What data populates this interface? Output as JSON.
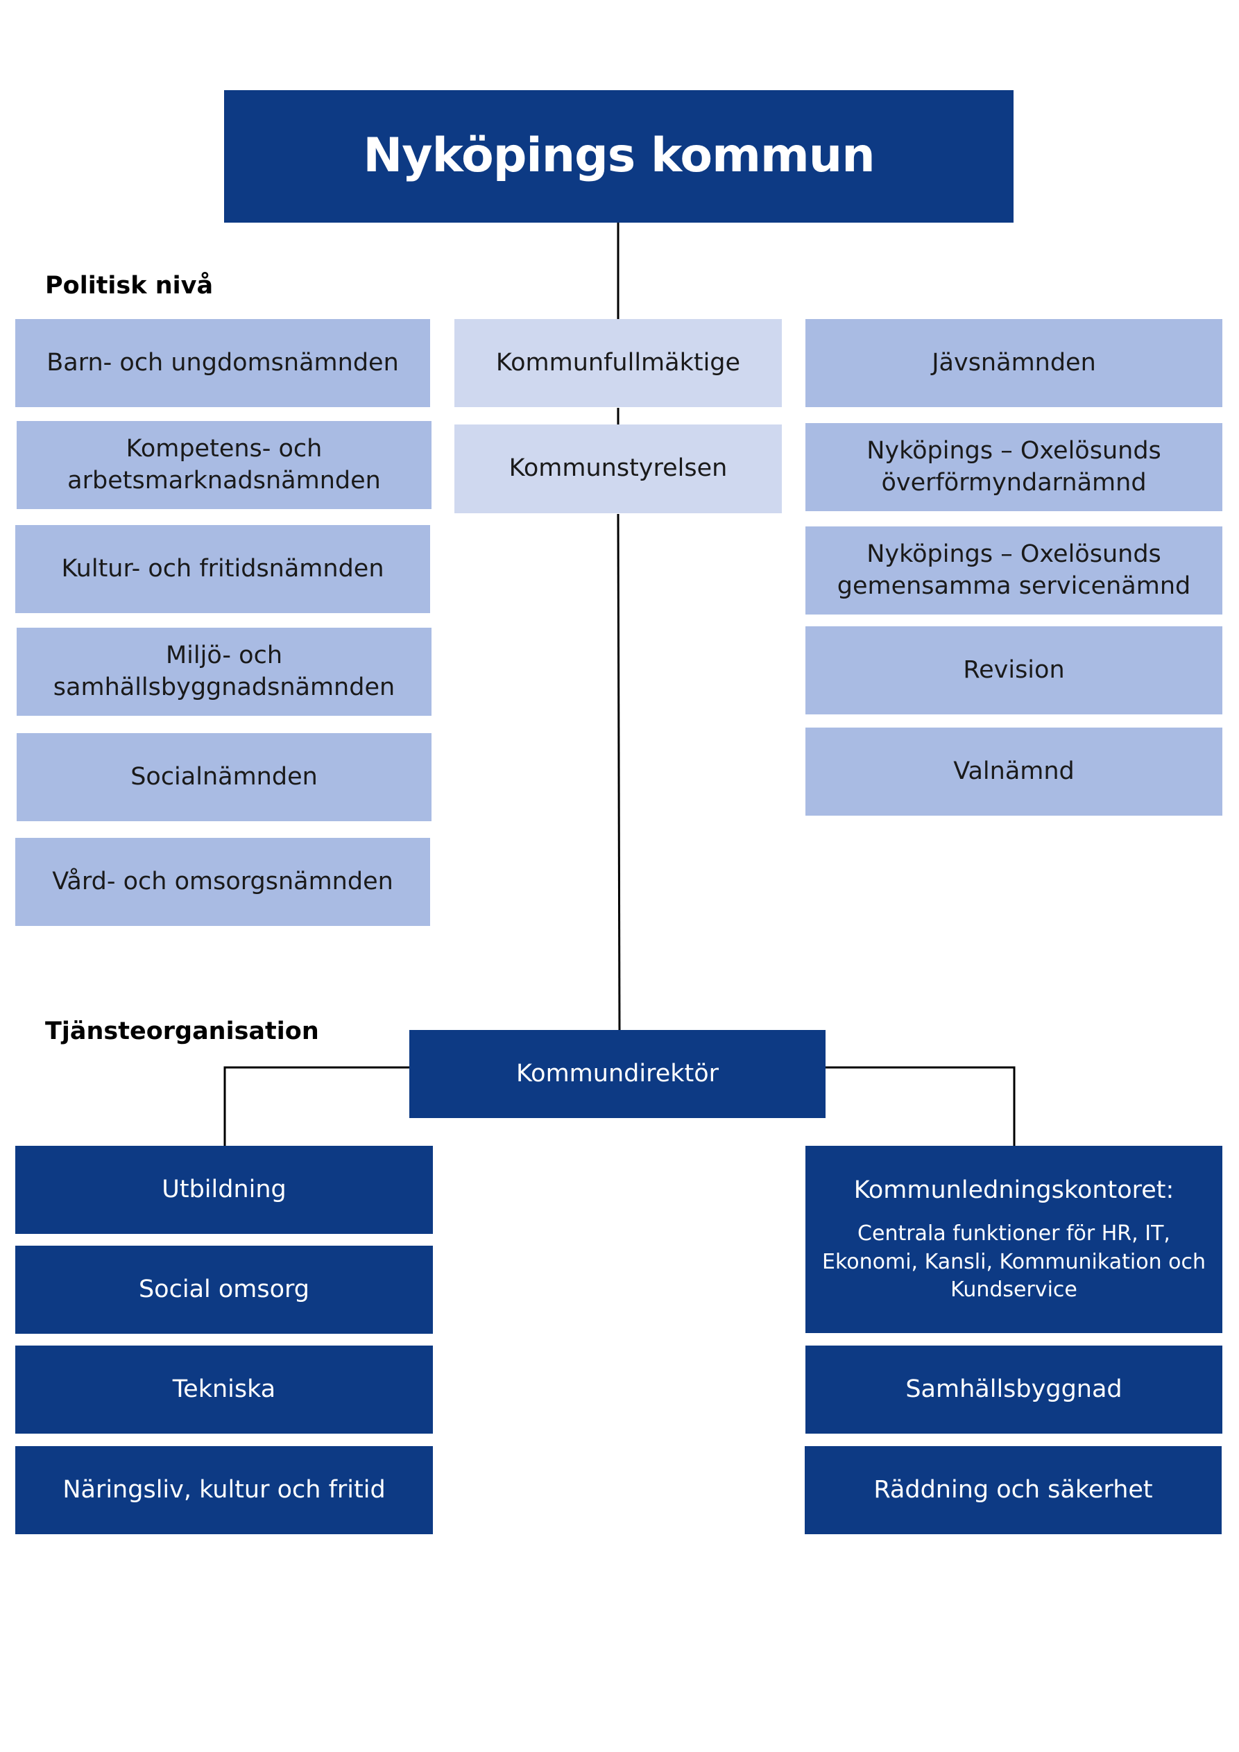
{
  "title": "Nyköpings kommun",
  "sections": {
    "political": "Politisk nivå",
    "service": "Tjänsteorganisation"
  },
  "center": {
    "council": "Kommunfullmäktige",
    "board": "Kommunstyrelsen",
    "director": "Kommundirektör"
  },
  "left_committees": [
    "Barn- och ungdomsnämnden",
    "Kompetens- och arbetsmarknadsnämnden",
    "Kultur- och fritidsnämnden",
    "Miljö- och samhällsbyggnadsnämnden",
    "Socialnämnden",
    "Vård- och omsorgsnämnden"
  ],
  "right_committees": [
    "Jävsnämnden",
    "Nyköpings – Oxelösunds överförmyndarnämnd",
    "Nyköpings – Oxelösunds gemensamma servicenämnd",
    "Revision",
    "Valnämnd"
  ],
  "left_departments": [
    "Utbildning",
    "Social omsorg",
    "Tekniska",
    "Näringsliv, kultur och fritid"
  ],
  "right_departments": {
    "office_title": "Kommunledningskontoret:",
    "office_desc": "Centrala funktioner för HR, IT, Ekonomi, Kansli, Kommunikation och Kundservice",
    "items": [
      "Samhällsbyggnad",
      "Räddning och säkerhet"
    ]
  },
  "colors": {
    "dark_blue": "#0d3a84",
    "light_blue": "#a9bbe3",
    "pale_blue": "#cfd8ef",
    "connector": "#000000"
  }
}
